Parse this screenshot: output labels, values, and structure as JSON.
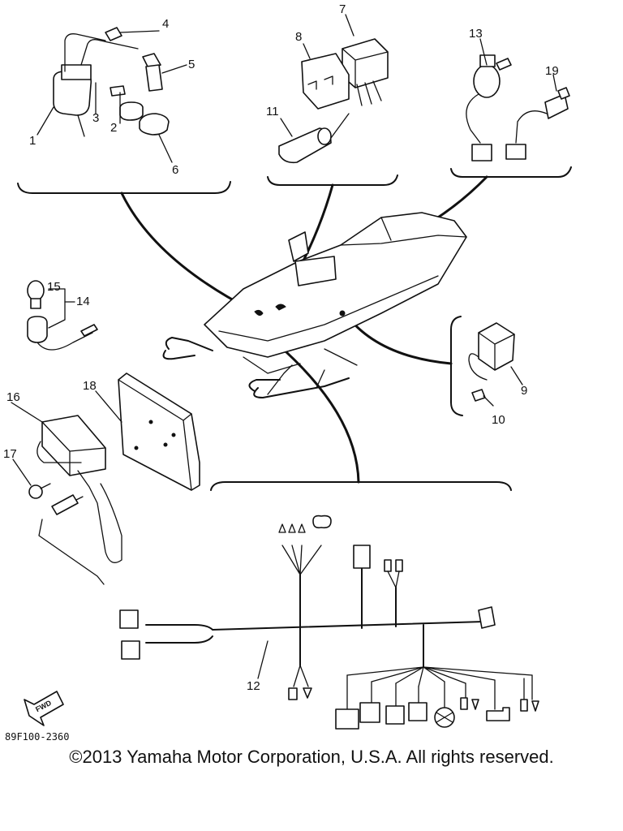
{
  "diagram": {
    "part_numbers": [
      "1",
      "2",
      "3",
      "4",
      "5",
      "6",
      "7",
      "8",
      "9",
      "10",
      "11",
      "12",
      "13",
      "14",
      "15",
      "16",
      "17",
      "18",
      "19"
    ],
    "drawing_code": "89F100-2360",
    "direction_label": "FWD"
  },
  "footer": {
    "copyright": "©2013 Yamaha Motor Corporation, U.S.A. All rights reserved."
  }
}
